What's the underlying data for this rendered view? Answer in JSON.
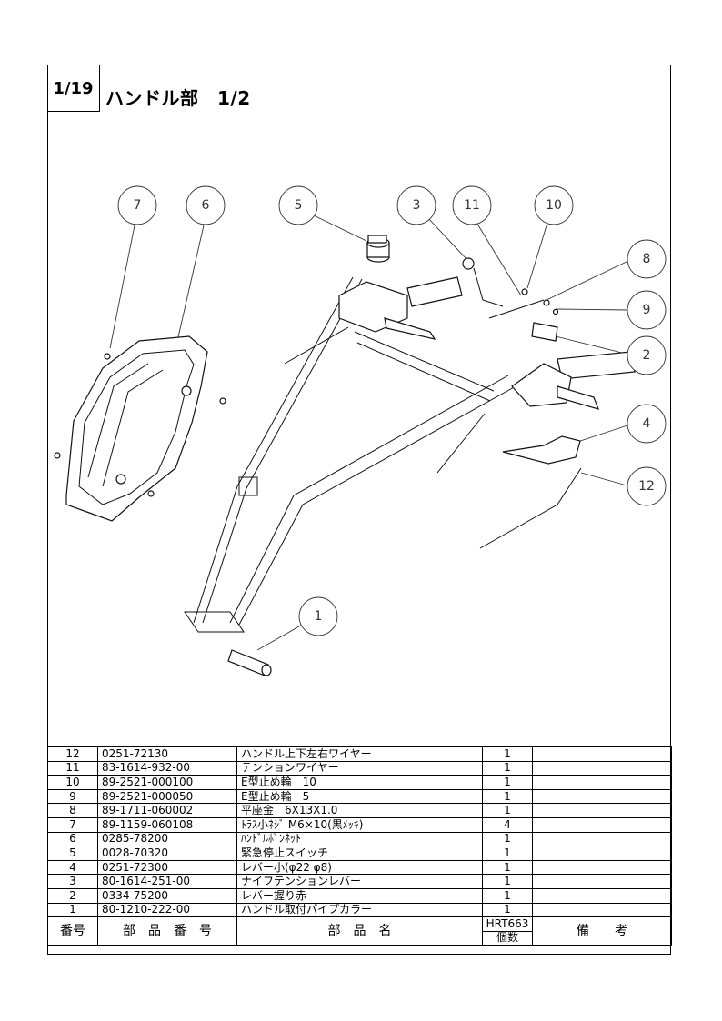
{
  "page": {
    "number": "1/19",
    "title": "ハンドル部　1/2"
  },
  "callouts": [
    "7",
    "6",
    "5",
    "3",
    "11",
    "10",
    "8",
    "9",
    "2",
    "4",
    "12",
    "1"
  ],
  "table": {
    "headers": {
      "no": "番号",
      "part_no": "部　品　番　号",
      "name": "部　品　名",
      "model": "HRT663",
      "qty": "個数",
      "remarks": "備　　考"
    },
    "rows": [
      {
        "no": "12",
        "part_no": "0251-72130",
        "name": "ハンドル上下左右ワイヤー",
        "qty": "1",
        "remarks": ""
      },
      {
        "no": "11",
        "part_no": "83-1614-932-00",
        "name": "テンションワイヤー",
        "qty": "1",
        "remarks": ""
      },
      {
        "no": "10",
        "part_no": "89-2521-000100",
        "name": "E型止め輪　10",
        "qty": "1",
        "remarks": ""
      },
      {
        "no": "9",
        "part_no": "89-2521-000050",
        "name": "E型止め輪　5",
        "qty": "1",
        "remarks": ""
      },
      {
        "no": "8",
        "part_no": "89-1711-060002",
        "name": "平座金　6X13X1.0",
        "qty": "1",
        "remarks": ""
      },
      {
        "no": "7",
        "part_no": "89-1159-060108",
        "name": "ﾄﾗｽ小ﾈｼﾞ M6×10(黒ﾒｯｷ)",
        "qty": "4",
        "remarks": ""
      },
      {
        "no": "6",
        "part_no": "0285-78200",
        "name": "ﾊﾝﾄﾞﾙﾎﾞﾝﾈｯﾄ",
        "qty": "1",
        "remarks": ""
      },
      {
        "no": "5",
        "part_no": "0028-70320",
        "name": "緊急停止スイッチ",
        "qty": "1",
        "remarks": ""
      },
      {
        "no": "4",
        "part_no": "0251-72300",
        "name": "レバー小(φ22 φ8)",
        "qty": "1",
        "remarks": ""
      },
      {
        "no": "3",
        "part_no": "80-1614-251-00",
        "name": "ナイフテンションレバー",
        "qty": "1",
        "remarks": ""
      },
      {
        "no": "2",
        "part_no": "0334-75200",
        "name": "レバー握り赤",
        "qty": "1",
        "remarks": ""
      },
      {
        "no": "1",
        "part_no": "80-1210-222-00",
        "name": "ハンドル取付パイプカラー",
        "qty": "1",
        "remarks": ""
      }
    ]
  }
}
